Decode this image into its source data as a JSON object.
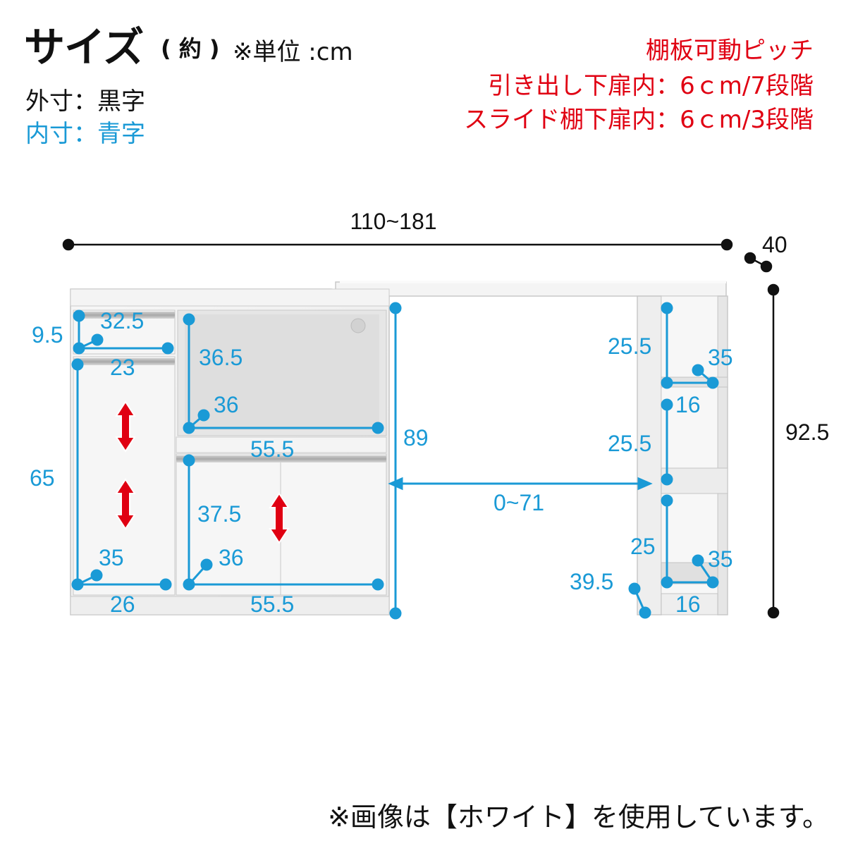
{
  "header": {
    "title": "サイズ",
    "approx": "( 約 )",
    "unit": "※単位 :cm",
    "legend_outer": "外寸：黒字",
    "legend_inner": "内寸：青字"
  },
  "pitch_note": {
    "title": "棚板可動ピッチ",
    "line1": "引き出し下扉内：6ｃm/7段階",
    "line2": "スライド棚下扉内：6ｃm/3段階"
  },
  "colors": {
    "outer_dimension": "#111111",
    "inner_dimension": "#1a9ad6",
    "pitch_note": "#e00012",
    "cabinet": "#f2f2f2"
  },
  "outer_dims": {
    "width": "110~181",
    "depth": "40",
    "height": "92.5"
  },
  "inner_dims": {
    "drawer_top_width": "32.5",
    "drawer_top_height": "9.5",
    "left_door_width_top": "23",
    "left_door_height": "65",
    "left_door_depth": "35",
    "left_door_width_bottom": "26",
    "open_shelf_height": "36.5",
    "open_shelf_depth": "36",
    "center_width_top": "55.5",
    "center_door_height": "37.5",
    "center_door_depth": "36",
    "center_width_bottom": "55.5",
    "desk_height": "89",
    "slide_range": "0~71",
    "rack_top_height": "25.5",
    "rack_top_depth": "35",
    "rack_top_width": "16",
    "rack_mid_height": "25.5",
    "rack_bottom_height": "25",
    "rack_bottom_depth": "35",
    "rack_bottom_width": "16",
    "rack_depth_outer": "39.5"
  },
  "footnote": "※画像は【ホワイト】を使用しています。"
}
